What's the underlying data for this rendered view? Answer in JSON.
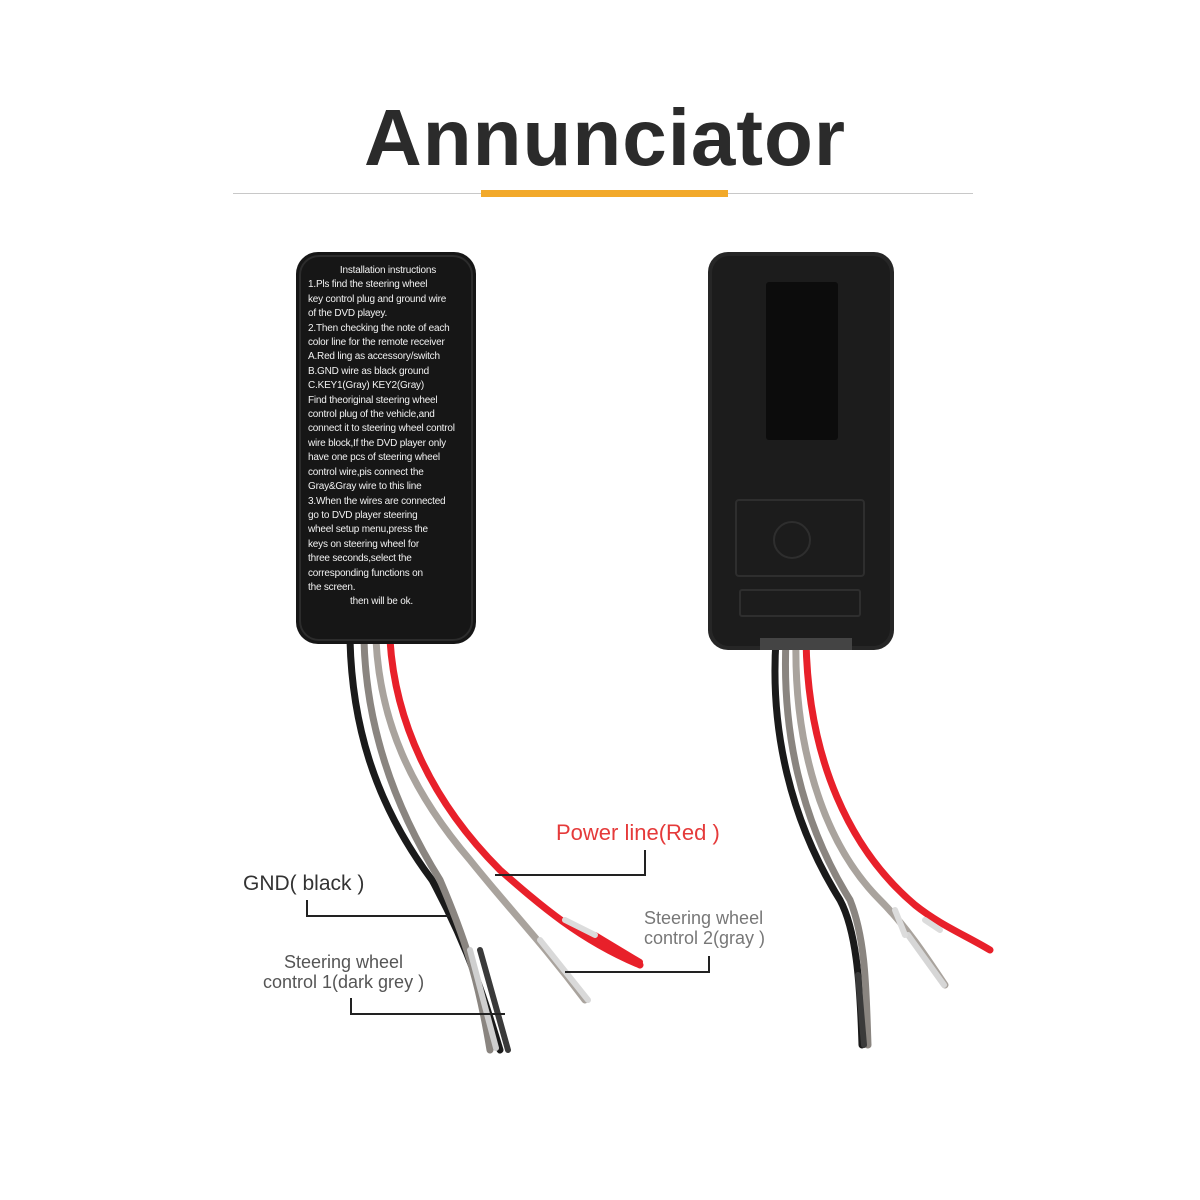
{
  "title": "Annunciator",
  "colors": {
    "accent": "#f2a92a",
    "power_label": "#e53a3a",
    "device": "#161616"
  },
  "device_left": {
    "name": "annunciator front with installation instructions",
    "instructions": [
      "Installation instructions",
      "1.Pls find the steering wheel",
      "key control plug and ground wire",
      "of the DVD playey.",
      "2.Then checking the note of each",
      "color line for the remote receiver",
      "A.Red ling as accessory/switch",
      "B.GND wire as black ground",
      "C.KEY1(Gray)  KEY2(Gray)",
      "Find theoriginal steering wheel",
      "control plug of the vehicle,and",
      "connect it to steering wheel control",
      "wire block,If the DVD player only",
      "have one pcs of steering wheel",
      "control wire,pis connect the",
      "Gray&Gray wire to this line",
      "3.When the wires are connected",
      "go to DVD player steering",
      "wheel setup menu,press the",
      "keys on steering wheel for",
      "three seconds,select the",
      "corresponding functions on",
      "the screen.",
      "then will be ok."
    ]
  },
  "labels": {
    "power": "Power line(Red )",
    "gnd": "GND( black )",
    "swc2_line1": "Steering wheel",
    "swc2_line2": "control 2(gray  )",
    "swc1_line1": "Steering wheel",
    "swc1_line2": "control 1(dark grey )"
  }
}
